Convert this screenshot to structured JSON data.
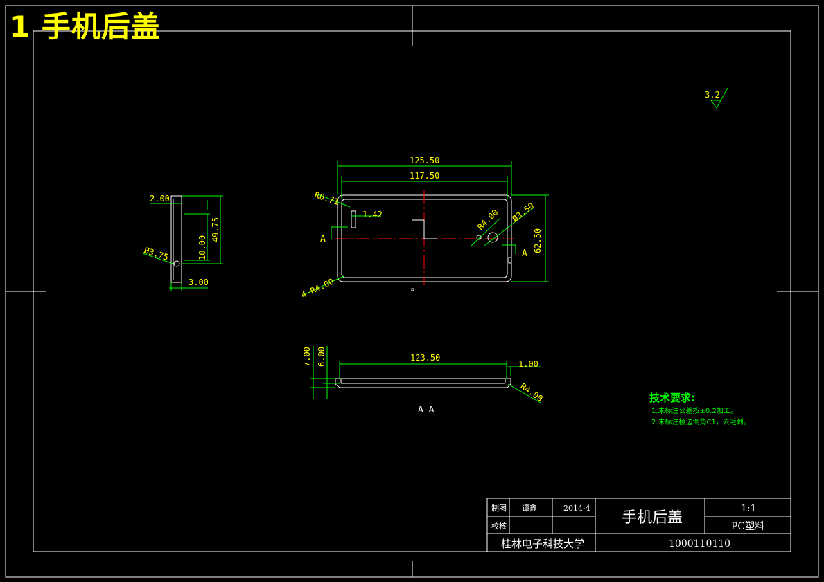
{
  "sheet_title": "1 手机后盖",
  "roughness": "3.2",
  "side_view": {
    "dims": [
      "2.00",
      "49.75",
      "10.00",
      "Ø3.75",
      "3.00"
    ]
  },
  "front_view": {
    "dims": [
      "125.50",
      "117.50",
      "R0.71",
      "1.42",
      "R4.00",
      "Ø3.50",
      "62.50",
      "4-R4.00"
    ],
    "section_mark": "A"
  },
  "section_view": {
    "dims": [
      "7.00",
      "6.00",
      "123.50",
      "1.00",
      "R4.00"
    ],
    "label": "A-A"
  },
  "tech_requirements": {
    "heading": "技术要求:",
    "items": [
      "1.未标注公差按±0.2加工。",
      "2.未标注棱边倒角C1，去毛刺。"
    ]
  },
  "title_block": {
    "drawn_label": "制图",
    "drawn_name": "谭鑫",
    "date": "2014-4",
    "checked_label": "校核",
    "part_name": "手机后盖",
    "scale": "1:1",
    "material": "PC塑料",
    "school": "桂林电子科技大学",
    "drawing_number": "1000110110"
  },
  "colors": {
    "background": "#000000",
    "outline": "#ffffff",
    "dimension": "#00ff00",
    "dim_text": "#ffff00",
    "centerline": "#ff0000",
    "title": "#ffff00"
  }
}
